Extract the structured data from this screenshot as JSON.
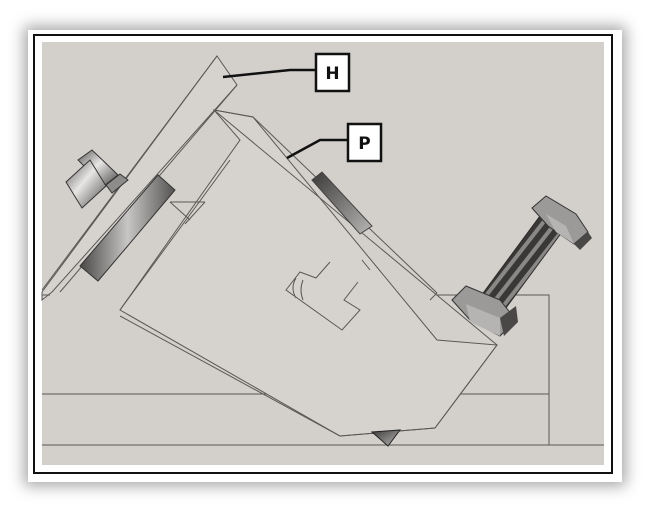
{
  "figure": {
    "description": "Technical drawing of an angled fixture with a holder plate and part clamped by a bolt",
    "background_color": "#d3d0cc",
    "line_color": "#555555"
  },
  "labels": [
    {
      "id": "H",
      "text": "H",
      "target": "holder-plate"
    },
    {
      "id": "P",
      "text": "P",
      "target": "part-block"
    }
  ]
}
